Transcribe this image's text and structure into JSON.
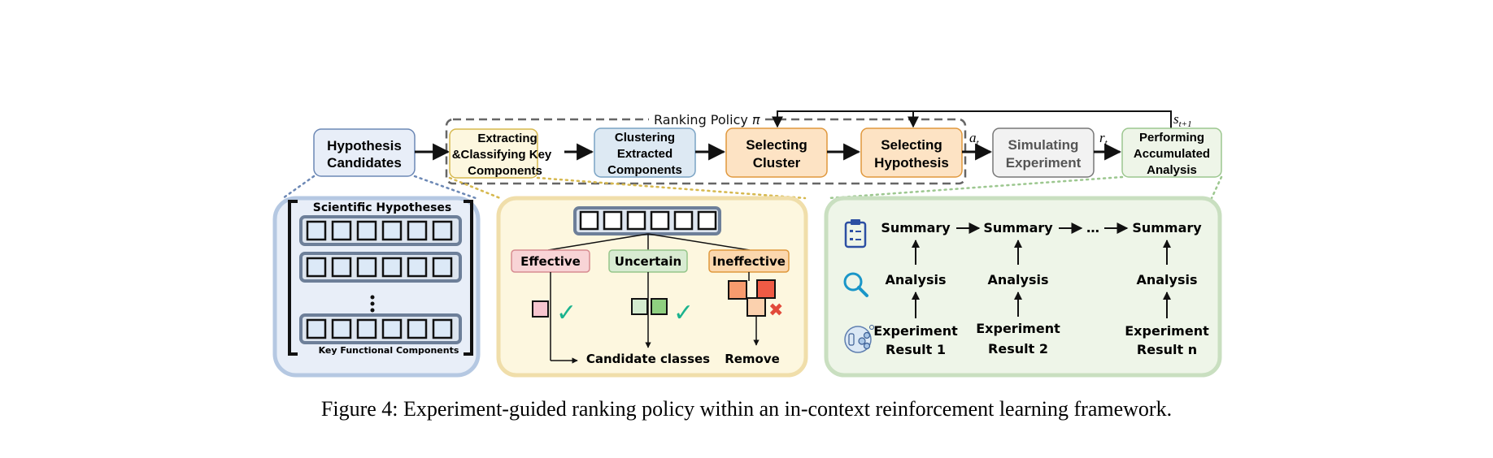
{
  "pipeline": {
    "hypothesis_candidates": [
      "Hypothesis",
      "Candidates"
    ],
    "extracting": [
      "Extracting",
      "&Classifying Key",
      "Components"
    ],
    "clustering": [
      "Clustering",
      "Extracted",
      "Components"
    ],
    "selecting_cluster": [
      "Selecting",
      "Cluster"
    ],
    "selecting_hypothesis": [
      "Selecting",
      "Hypothesis"
    ],
    "simulating": [
      "Simulating",
      "Experiment"
    ],
    "performing": [
      "Performing",
      "Accumulated",
      "Analysis"
    ],
    "ranking_policy": "Ranking Policy",
    "pi": "π",
    "a_t": "a",
    "a_sub": "t",
    "r_t": "r",
    "r_sub": "t",
    "s_t1": "s",
    "s_sub": "t+1"
  },
  "panel1": {
    "title": "Scientific Hypotheses",
    "footer": "Key Functional Components"
  },
  "panel2": {
    "effective": "Effective",
    "uncertain": "Uncertain",
    "ineffective": "Ineffective",
    "candidate_classes": "Candidate classes",
    "remove": "Remove"
  },
  "panel3": {
    "summary": "Summary",
    "analysis": "Analysis",
    "ellipsis": "…",
    "exp1": [
      "Experiment",
      "Result 1"
    ],
    "exp2": [
      "Experiment",
      "Result 2"
    ],
    "expn": [
      "Experiment",
      "Result n"
    ]
  },
  "caption": "Figure 4: Experiment-guided ranking policy within an in-context reinforcement learning framework.",
  "colors": {
    "blue_fill": "#e8eef8",
    "yellow_fill": "#fdf7df",
    "lightblue_fill": "#dde9f3",
    "orange_fill": "#fde3c4",
    "gray_fill": "#f2f2f2",
    "green_fill": "#eef5e8"
  }
}
